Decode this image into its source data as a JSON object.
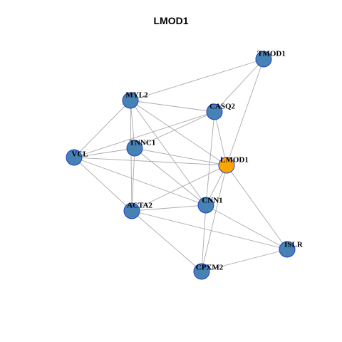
{
  "title": "LMOD1",
  "colors": {
    "node_fill": "#4682B4",
    "node_stroke": "#1F3FCC",
    "center_fill": "#FFA500",
    "center_stroke": "#1F3FCC",
    "edge": "#AAAAAA"
  },
  "nodes": [
    {
      "id": "TMOD1",
      "label": "TMOD1",
      "center": false
    },
    {
      "id": "MYL2",
      "label": "MYL2",
      "center": false
    },
    {
      "id": "CASQ2",
      "label": "CASQ2",
      "center": false
    },
    {
      "id": "TNNC1",
      "label": "TNNC1",
      "center": false
    },
    {
      "id": "VCL",
      "label": "VCL",
      "center": false
    },
    {
      "id": "LMOD1",
      "label": "LMOD1",
      "center": true
    },
    {
      "id": "CNN1",
      "label": "CNN1",
      "center": false
    },
    {
      "id": "ACTA2",
      "label": "ACTA2",
      "center": false
    },
    {
      "id": "ISLR",
      "label": "ISLR",
      "center": false
    },
    {
      "id": "CPXM2",
      "label": "CPXM2",
      "center": false
    }
  ],
  "edges": [
    [
      "TMOD1",
      "MYL2"
    ],
    [
      "TMOD1",
      "CASQ2"
    ],
    [
      "TMOD1",
      "LMOD1"
    ],
    [
      "MYL2",
      "CASQ2"
    ],
    [
      "MYL2",
      "TNNC1"
    ],
    [
      "MYL2",
      "VCL"
    ],
    [
      "MYL2",
      "LMOD1"
    ],
    [
      "MYL2",
      "ACTA2"
    ],
    [
      "MYL2",
      "CNN1"
    ],
    [
      "CASQ2",
      "TNNC1"
    ],
    [
      "CASQ2",
      "VCL"
    ],
    [
      "CASQ2",
      "LMOD1"
    ],
    [
      "CASQ2",
      "CNN1"
    ],
    [
      "TNNC1",
      "VCL"
    ],
    [
      "TNNC1",
      "LMOD1"
    ],
    [
      "TNNC1",
      "ACTA2"
    ],
    [
      "TNNC1",
      "CNN1"
    ],
    [
      "VCL",
      "LMOD1"
    ],
    [
      "VCL",
      "ACTA2"
    ],
    [
      "VCL",
      "CNN1"
    ],
    [
      "LMOD1",
      "ACTA2"
    ],
    [
      "LMOD1",
      "CNN1"
    ],
    [
      "LMOD1",
      "ISLR"
    ],
    [
      "LMOD1",
      "CPXM2"
    ],
    [
      "ACTA2",
      "CNN1"
    ],
    [
      "ACTA2",
      "CPXM2"
    ],
    [
      "ACTA2",
      "ISLR"
    ],
    [
      "CNN1",
      "CPXM2"
    ],
    [
      "CNN1",
      "ISLR"
    ],
    [
      "CPXM2",
      "ISLR"
    ]
  ]
}
